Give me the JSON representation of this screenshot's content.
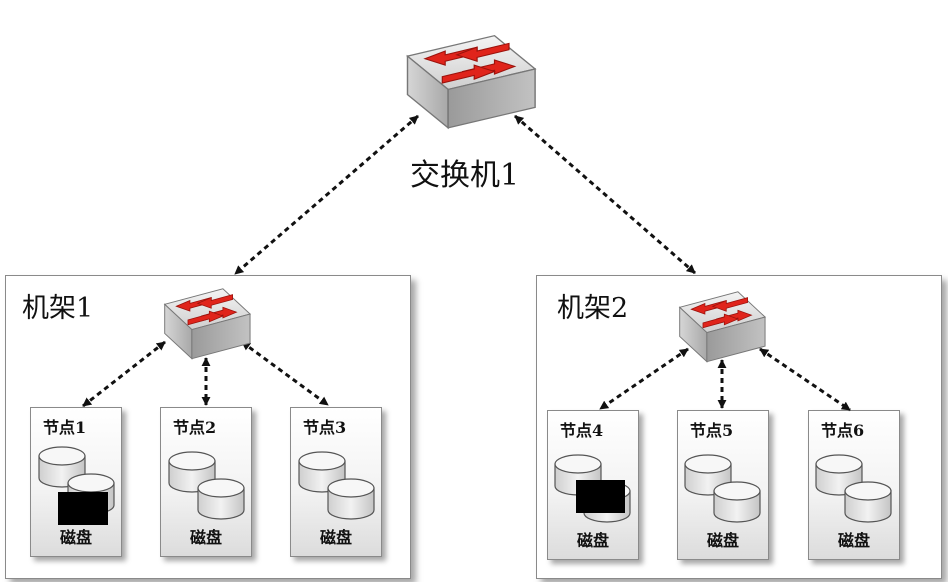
{
  "core_switch": {
    "label": "交换机1",
    "icon": "network-switch-icon"
  },
  "racks": [
    {
      "label": "机架1",
      "nodes": [
        {
          "label": "节点1",
          "disk_label": "磁盘",
          "disk_redacted": true
        },
        {
          "label": "节点2",
          "disk_label": "磁盘",
          "disk_redacted": false
        },
        {
          "label": "节点3",
          "disk_label": "磁盘",
          "disk_redacted": false
        }
      ]
    },
    {
      "label": "机架2",
      "nodes": [
        {
          "label": "节点4",
          "disk_label": "磁盘",
          "disk_redacted": true
        },
        {
          "label": "节点5",
          "disk_label": "磁盘",
          "disk_redacted": false
        },
        {
          "label": "节点6",
          "disk_label": "磁盘",
          "disk_redacted": false
        }
      ]
    }
  ],
  "colors": {
    "arrow": "#e0241b",
    "switch_body": "#d9d9d9",
    "link": "#111111",
    "disk": "#e6e6e6"
  }
}
